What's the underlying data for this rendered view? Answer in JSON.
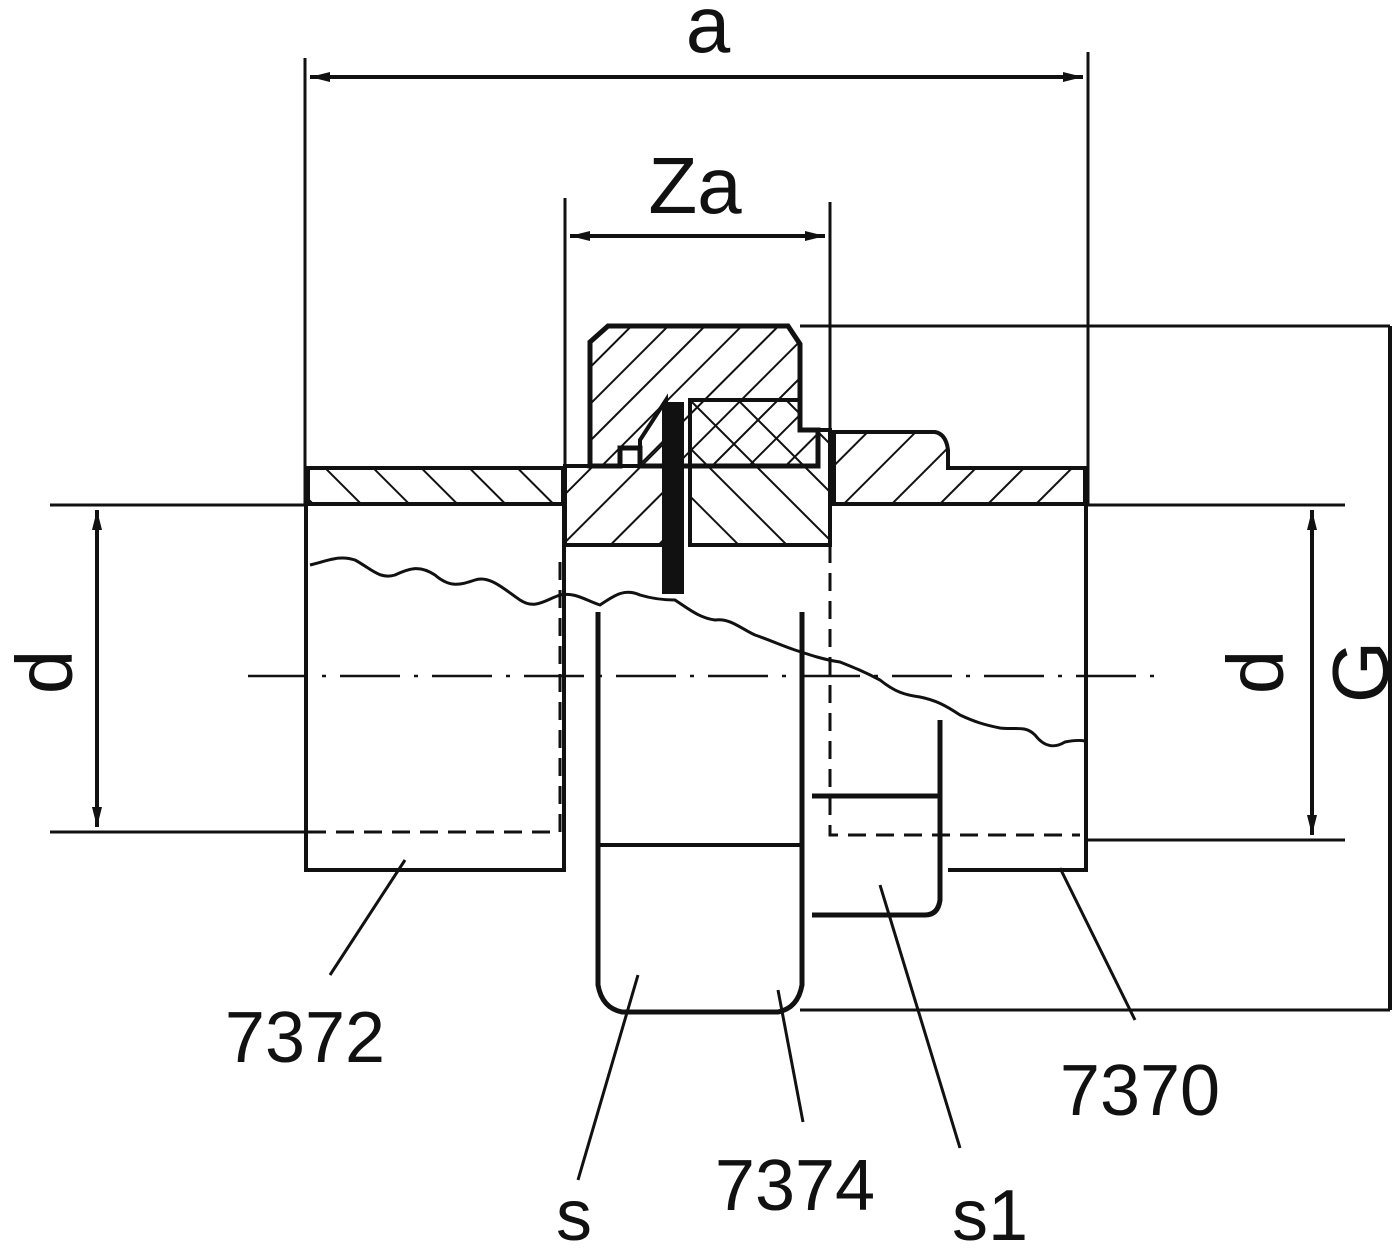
{
  "drawing": {
    "type": "technical-section-drawing",
    "subject": "pipe union fitting (cross-section)",
    "colors": {
      "line": "#111111",
      "background": "#ffffff"
    }
  },
  "dimensions": {
    "overall_length": "a",
    "z_length": "Za",
    "left_diameter": "d",
    "right_diameter": "d",
    "thread": "G"
  },
  "part_numbers": {
    "left_part": "7372",
    "nut": "7374",
    "right_part": "7370"
  },
  "wrench_sizes": {
    "nut": "s",
    "right_hex": "s1"
  }
}
